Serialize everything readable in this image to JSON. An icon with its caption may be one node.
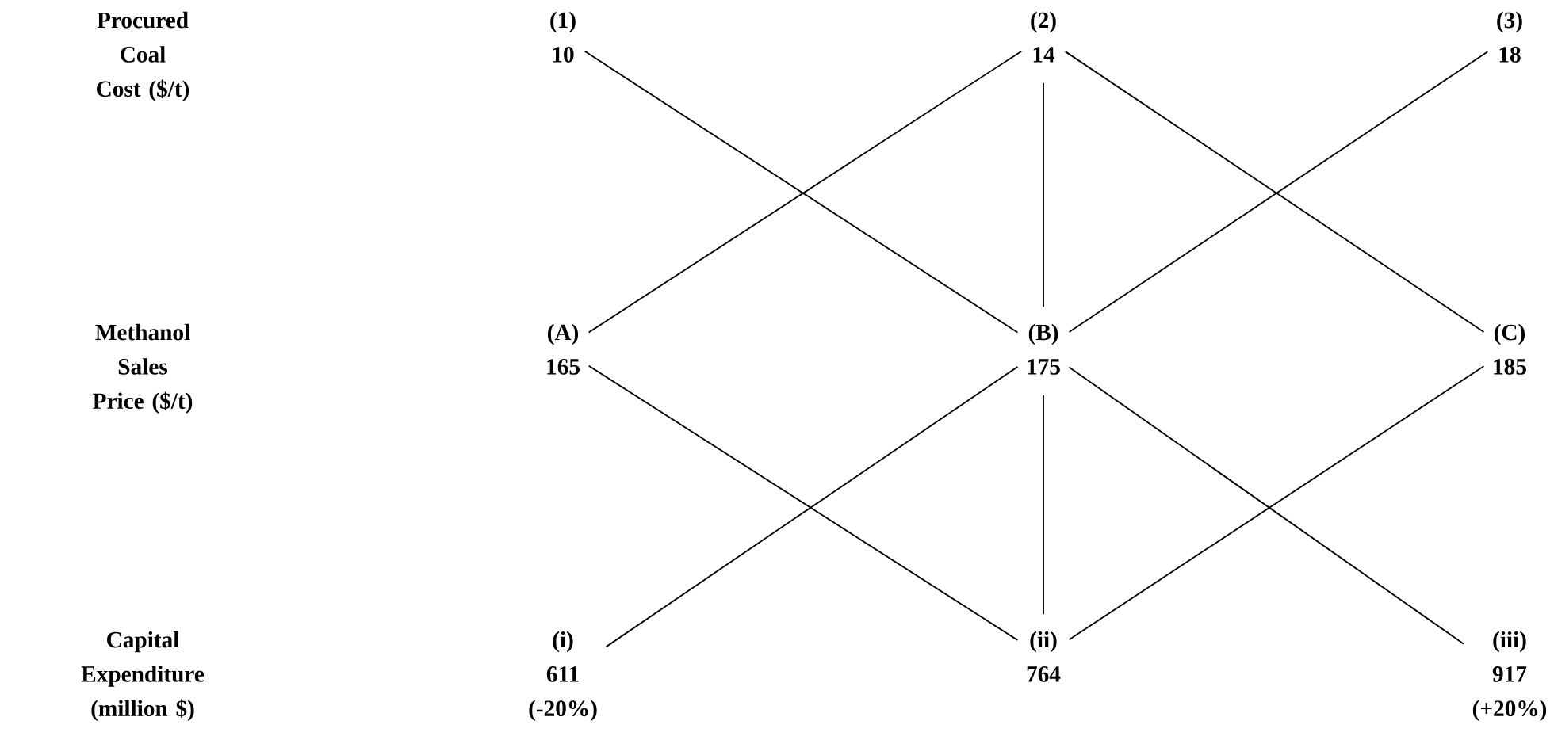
{
  "diagram": {
    "nodes": [
      {
        "text": [
          "(1)",
          "10"
        ]
      },
      {
        "text": [
          "(2)",
          "14"
        ]
      },
      {
        "text": [
          "(3)",
          "18"
        ]
      },
      {
        "text": [
          "(A)",
          "165"
        ]
      },
      {
        "text": [
          "(B)",
          "175"
        ]
      },
      {
        "text": [
          "(C)",
          "185"
        ]
      },
      {
        "text": [
          "(i)",
          "611",
          "(-20%)"
        ]
      },
      {
        "text": [
          "(ii)",
          "764"
        ]
      },
      {
        "text": [
          "(iii)",
          "917",
          "(+20%)"
        ]
      }
    ],
    "edges": [
      {
        "from": 0,
        "to": 4,
        "arrow": "none"
      },
      {
        "from": 1,
        "to": 3,
        "arrow": "none"
      },
      {
        "from": 1,
        "to": 4,
        "arrow": "none"
      },
      {
        "from": 1,
        "to": 5,
        "arrow": "none"
      },
      {
        "from": 2,
        "to": 4,
        "arrow": "none"
      },
      {
        "from": 3,
        "to": 7,
        "arrow": "none"
      },
      {
        "from": 4,
        "to": 6,
        "arrow": "none"
      },
      {
        "from": 4,
        "to": 7,
        "arrow": "none"
      },
      {
        "from": 4,
        "to": 8,
        "arrow": "none"
      },
      {
        "from": 5,
        "to": 7,
        "arrow": "none"
      }
    ],
    "labels": [
      "Procured Coal Cost ($/t)",
      "Methanol Sales Price ($/t)",
      "Capital Expenditure (million $)"
    ]
  }
}
